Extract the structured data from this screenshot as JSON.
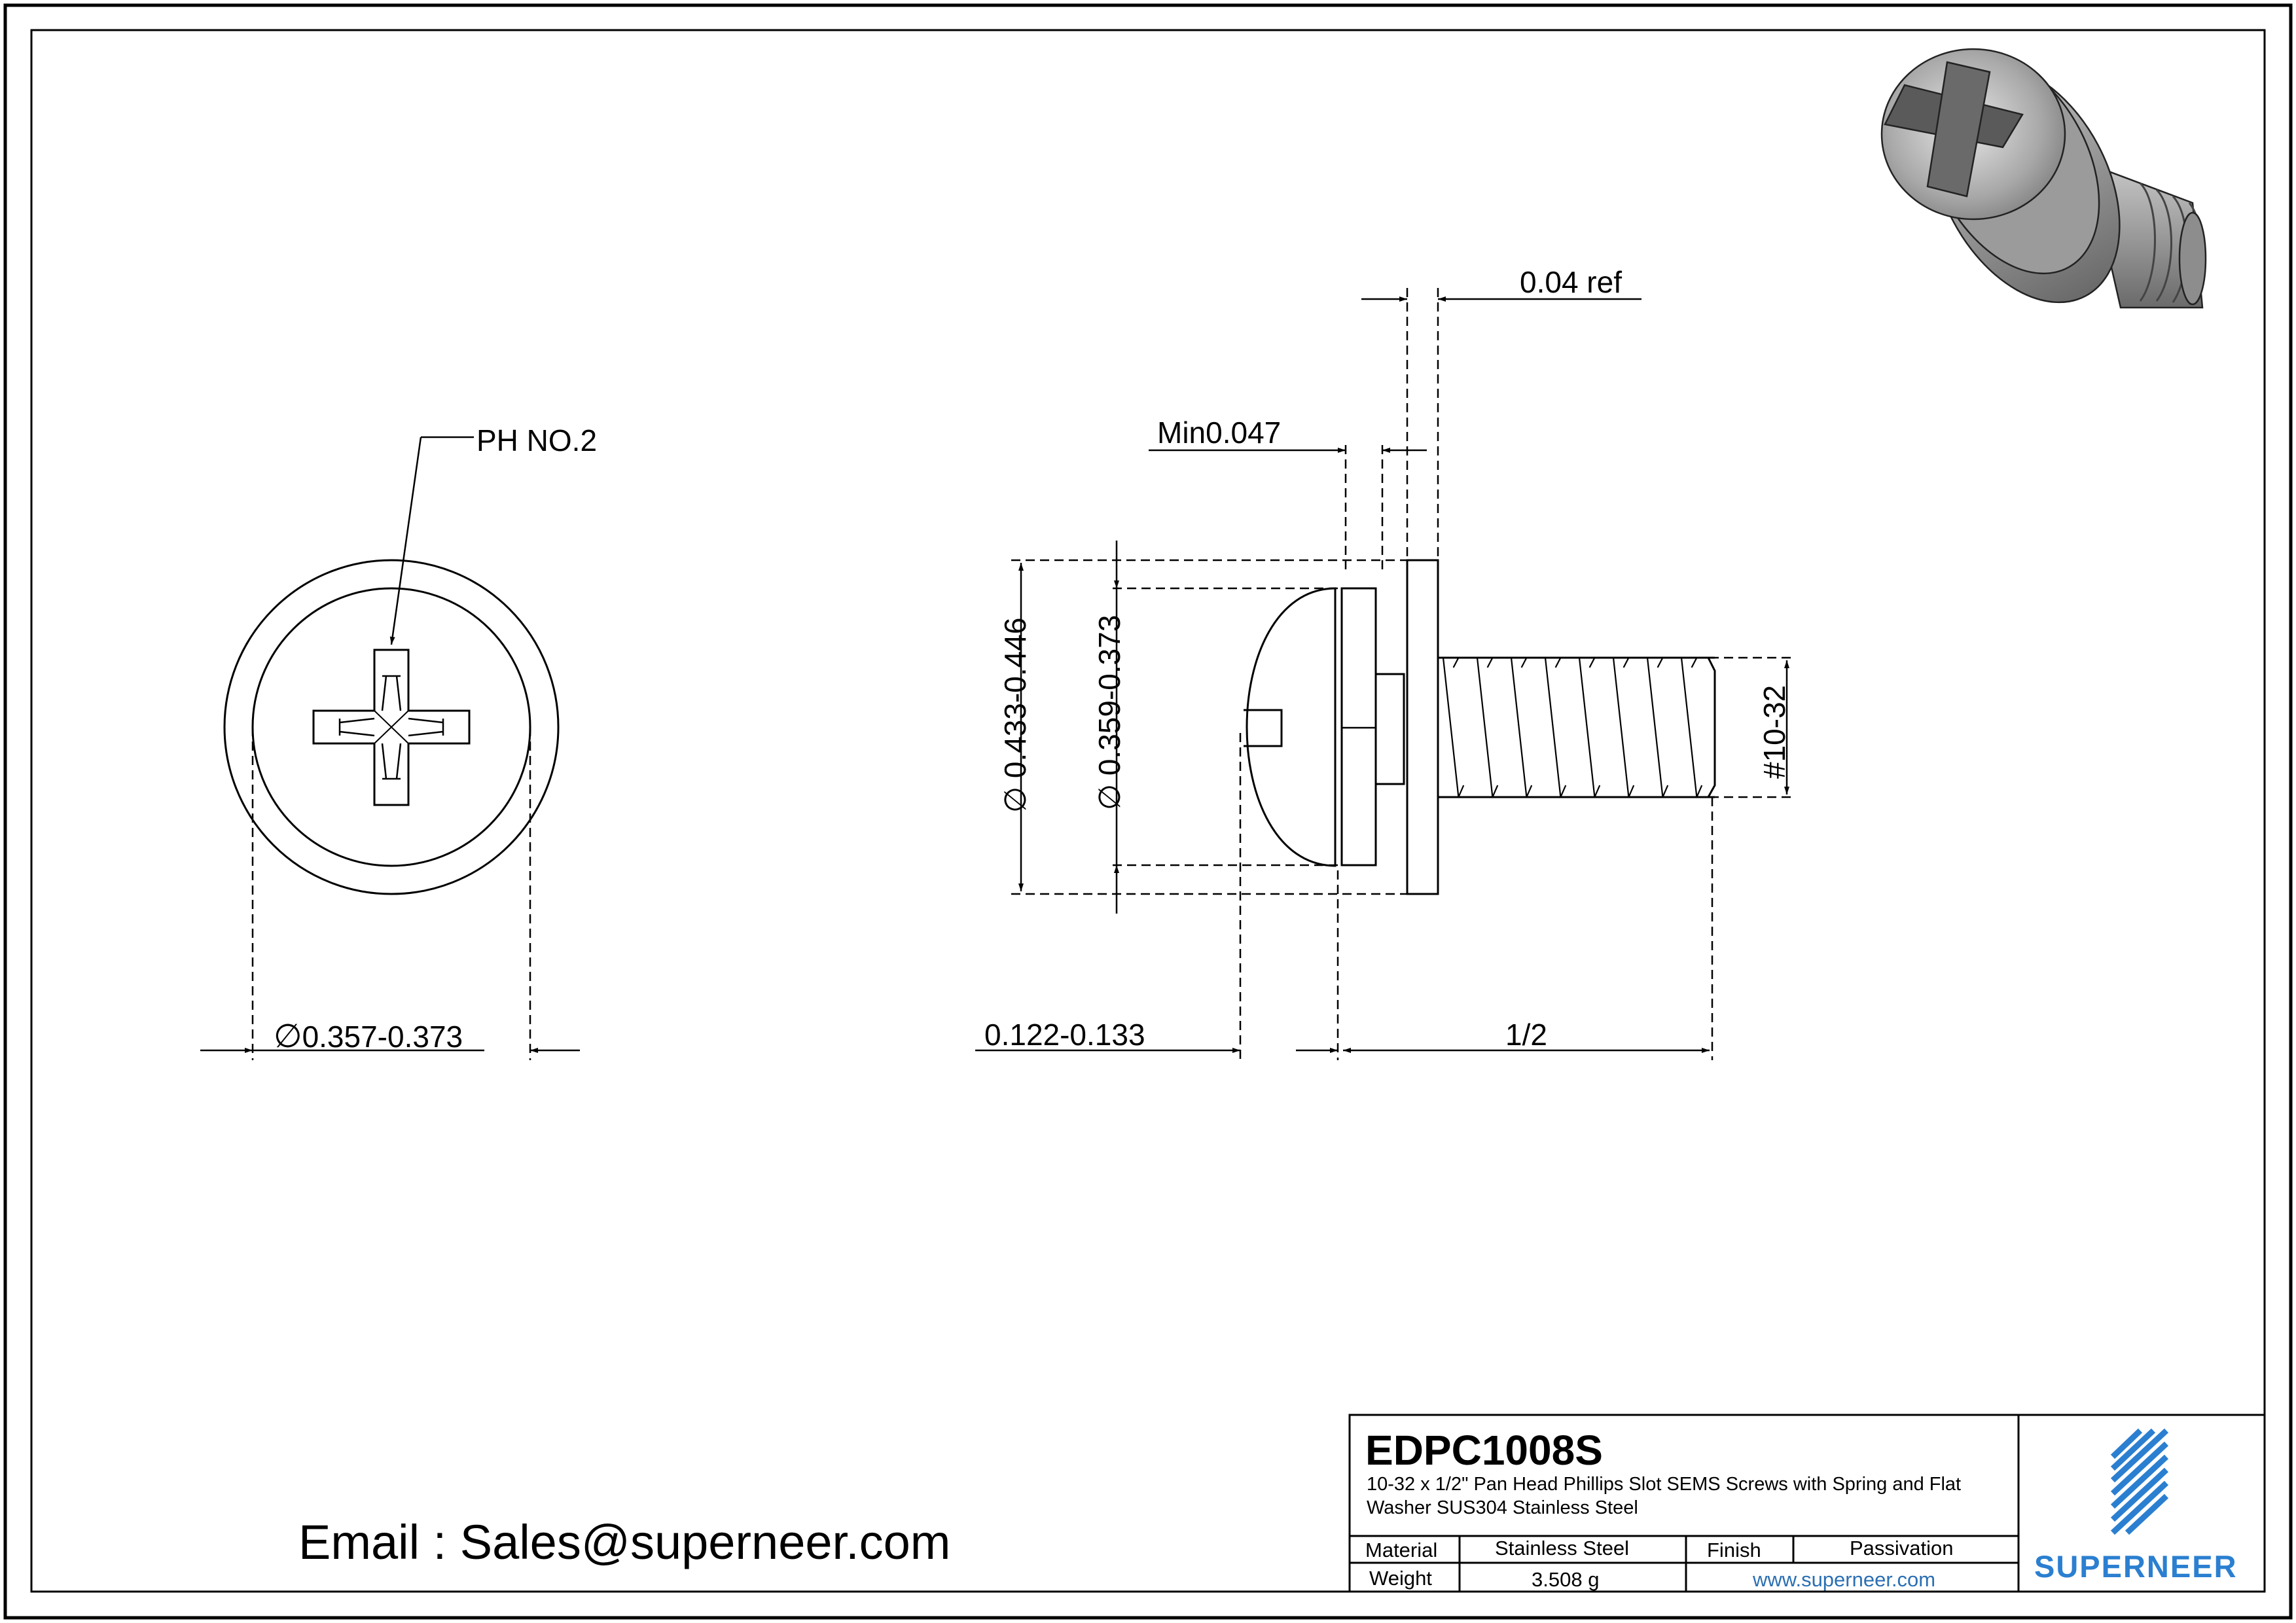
{
  "part": {
    "code": "EDPC1008S",
    "description": "10-32 x 1/2\" Pan Head Phillips Slot SEMS Screws with Spring and Flat Washer SUS304 Stainless Steel"
  },
  "specs": {
    "material_label": "Material",
    "material_value": "Stainless Steel",
    "finish_label": "Finish",
    "finish_value": "Passivation",
    "weight_label": "Weight",
    "weight_value": "3.508 g",
    "website": "www.superneer.com"
  },
  "brand": {
    "name": "SUPERNEER",
    "color": "#2b7fd0"
  },
  "contact": {
    "email_line": "Email : Sales@superneer.com"
  },
  "dimensions": {
    "head_drive": "PH NO.2",
    "head_diameter": "0.357-0.373",
    "flat_washer_od": "0.433-0.446",
    "spring_washer_od": "0.359-0.373",
    "spring_washer_thickness": "Min0.047",
    "flat_washer_thickness": "0.04 ref",
    "head_height": "0.122-0.133",
    "length": "1/2",
    "thread": "#10-32",
    "diameter_symbol": "∅"
  },
  "icons": {
    "brand_logo": "superneer-stripes-logo",
    "product_render": "sems-screw-render"
  }
}
